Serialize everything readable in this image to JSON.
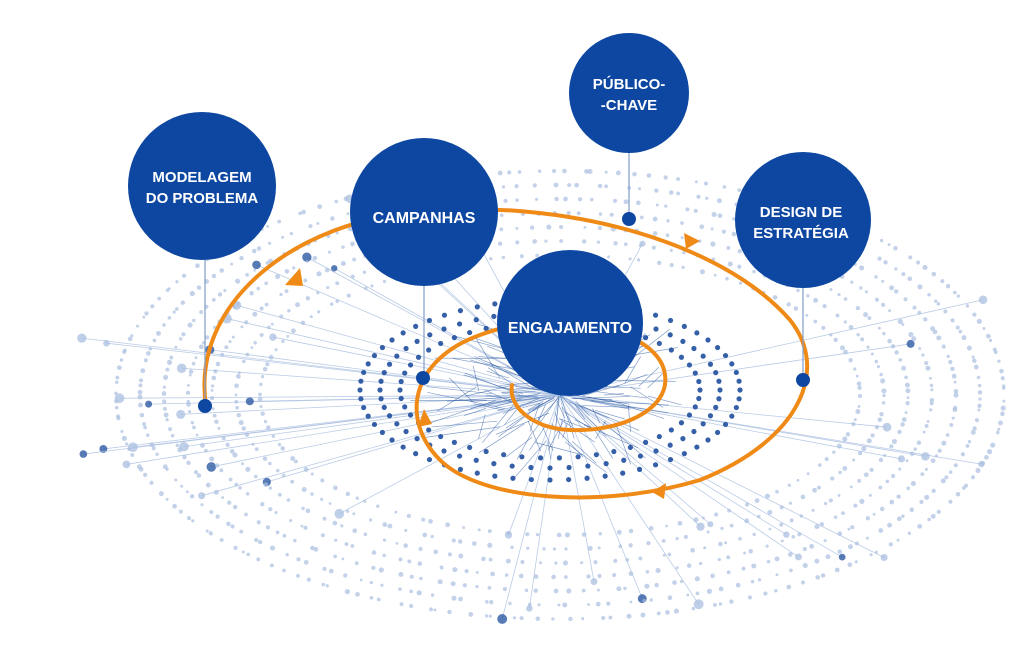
{
  "colors": {
    "node": "#0d47a1",
    "accent": "#ef8a17",
    "network_dark": "#1f4f9e",
    "network_light": "#a9bfe0",
    "background": "#ffffff"
  },
  "nodes": [
    {
      "id": "modelagem",
      "lines": [
        "MODELAGEM",
        "DO PROBLEMA"
      ]
    },
    {
      "id": "campanhas",
      "lines": [
        "CAMPANHAS"
      ]
    },
    {
      "id": "publico",
      "lines": [
        "PÚBLICO-",
        "-CHAVE"
      ]
    },
    {
      "id": "design",
      "lines": [
        "DESIGN DE",
        "ESTRATÉGIA"
      ]
    },
    {
      "id": "engajamento",
      "lines": [
        "ENGAJAMENTO"
      ]
    }
  ]
}
